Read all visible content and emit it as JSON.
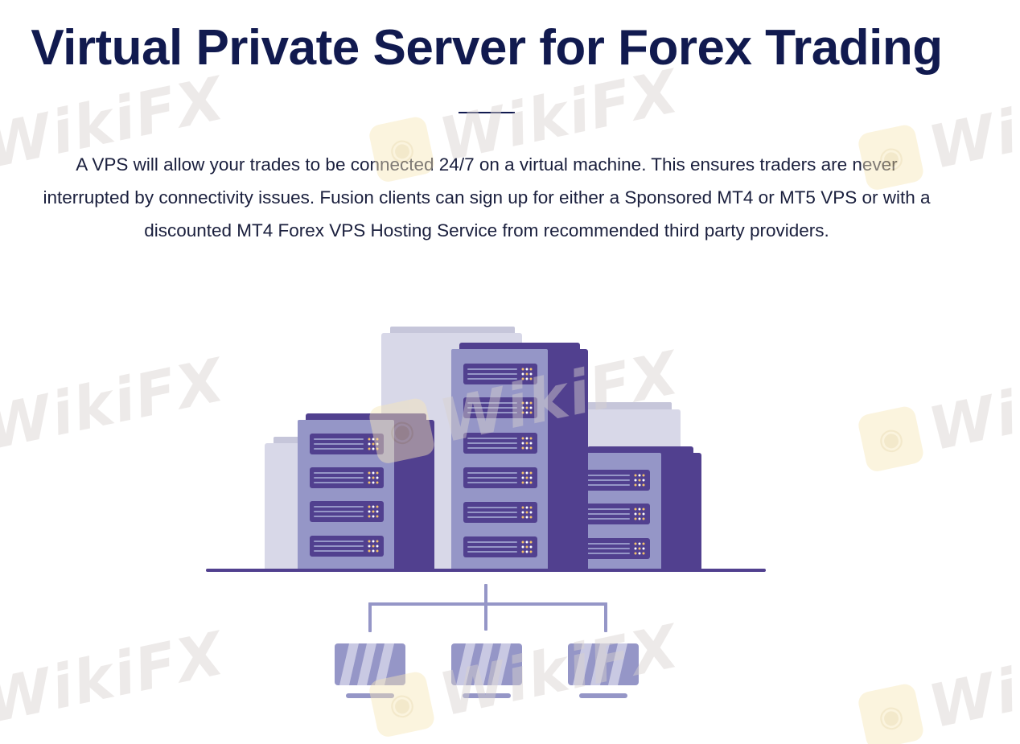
{
  "page": {
    "title": "Virtual Private Server for Forex Trading",
    "intro_lines": [
      "A VPS will allow your trades to be connected 24/7 on a virtual machine. This ensures traders are never",
      "interrupted by connectivity issues. Fusion clients can sign up for either a Sponsored MT4 or MT5 VPS or with a",
      "discounted MT4 Forex VPS Hosting Service from recommended third party providers."
    ]
  },
  "watermark": {
    "text": "WikiFX",
    "logo_icon": "eagle-logo-icon"
  },
  "illustration": {
    "name": "server-towers-network-illustration",
    "colors": {
      "ghost": "#d8d8e8",
      "ghost_top": "#c6c6da",
      "tower_light": "#9596c7",
      "tower_dark": "#51408f",
      "rack": "#51408f",
      "rack_line": "#9596c7",
      "led": "#f5c26b",
      "led_alt": "#ffffff",
      "line": "#51408f",
      "connector": "#9596c7",
      "monitor": "#9596c7",
      "monitor_stripe": "#c9c9e3"
    }
  },
  "brand_colors": {
    "title": "#111a4f",
    "body_text": "#1a1f3d"
  }
}
